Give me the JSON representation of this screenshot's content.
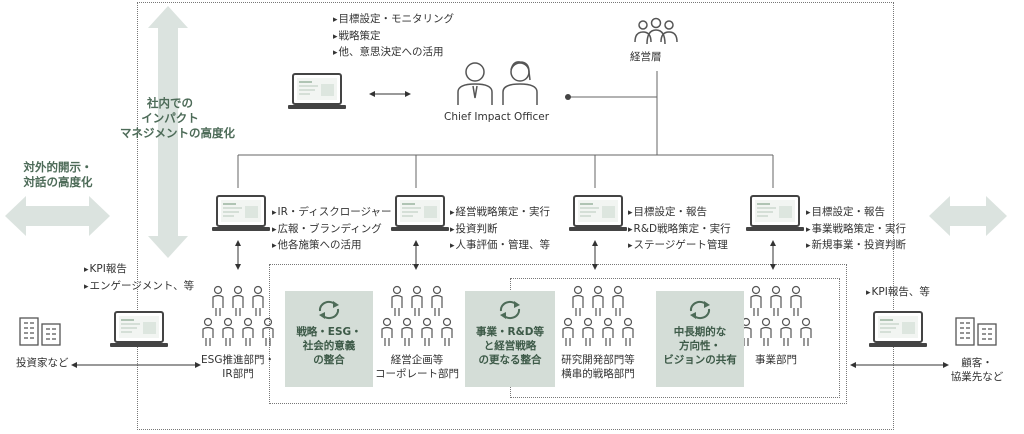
{
  "outer_left_label": [
    "社内での",
    "インパクト",
    "マネジメントの高度化"
  ],
  "outer_right_label": [
    "対外的開示・",
    "対話の高度化"
  ],
  "top_bullets": [
    "目標設定・モニタリング",
    "戦略策定",
    "他、意思決定への活用"
  ],
  "management": {
    "label": "経営層",
    "cio_label": "Chief Impact Officer"
  },
  "dept_bullets": [
    [
      "IR・ディスクロージャー",
      "広報・ブランディング",
      "他各施策への活用"
    ],
    [
      "経営戦略策定・実行",
      "投資判断",
      "人事評価・管理、等"
    ],
    [
      "目標設定・報告",
      "R&D戦略策定・実行",
      "ステージゲート管理"
    ],
    [
      "目標設定・報告",
      "事業戦略策定・実行",
      "新規事業・投資判断"
    ]
  ],
  "departments": [
    [
      "ESG推進部門・",
      "IR部門"
    ],
    [
      "経営企画等",
      "コーポレート部門"
    ],
    [
      "研究開発部門等",
      "横串的戦略部門"
    ],
    [
      "事業部門"
    ]
  ],
  "alignment_boxes": [
    [
      "戦略・ESG・",
      "社会的意義",
      "の整合"
    ],
    [
      "事業・R&D等",
      "と経営戦略",
      "の更なる整合"
    ],
    [
      "中長期的な",
      "方向性・",
      "ビジョンの共有"
    ]
  ],
  "investors": {
    "bullets": [
      "KPI報告",
      "エンゲージメント、等"
    ],
    "label": "投資家など"
  },
  "customers": {
    "bullets": [
      "KPI報告、等"
    ],
    "label": [
      "顧客・",
      "協業先など"
    ]
  },
  "colors": {
    "accent_green": "#4d6b58",
    "box_fill": "#d4ddd7",
    "arrow_fill": "#dbe3df",
    "icon_stroke": "#555555"
  }
}
